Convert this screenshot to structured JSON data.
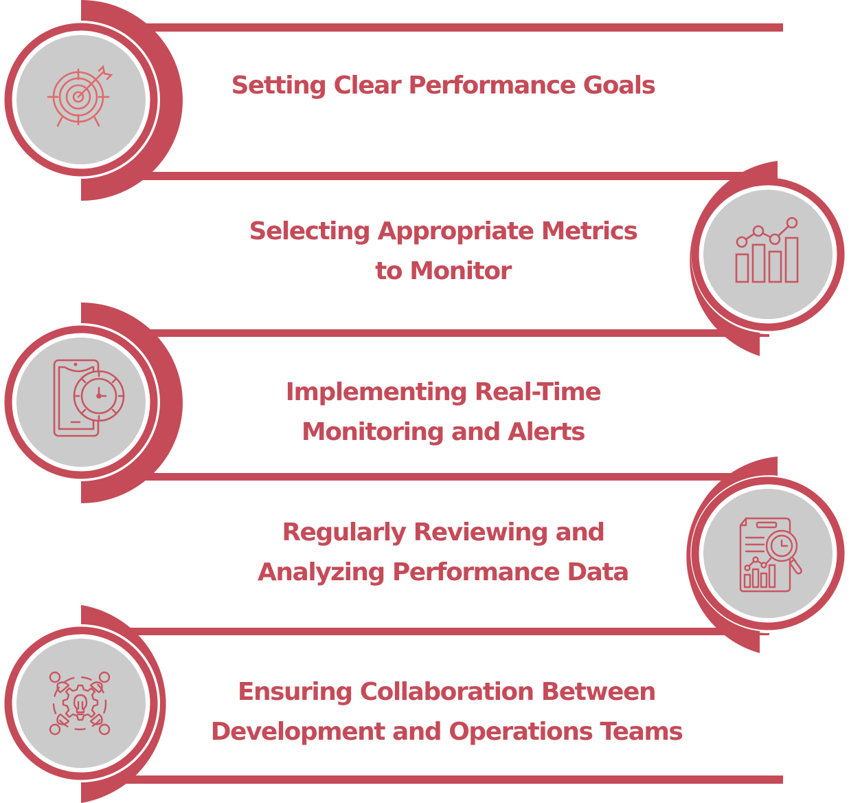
{
  "diagram": {
    "type": "process-steps",
    "colors": {
      "accent": "#c54b58",
      "icon_stroke": "#c95560",
      "circle_fill": "#cbcbcb",
      "background": "#ffffff"
    },
    "steps": [
      {
        "index": 1,
        "side": "left",
        "icon": "target-arrow-icon",
        "lines": [
          "Setting Clear Performance Goals"
        ]
      },
      {
        "index": 2,
        "side": "right",
        "icon": "bar-line-chart-icon",
        "lines": [
          "Selecting Appropriate Metrics",
          "to Monitor"
        ]
      },
      {
        "index": 3,
        "side": "left",
        "icon": "phone-stopwatch-icon",
        "lines": [
          "Implementing Real-Time",
          "Monitoring and Alerts"
        ]
      },
      {
        "index": 4,
        "side": "right",
        "icon": "report-magnifier-icon",
        "lines": [
          "Regularly Reviewing and",
          "Analyzing Performance Data"
        ]
      },
      {
        "index": 5,
        "side": "left",
        "icon": "team-gear-lightbulb-icon",
        "lines": [
          "Ensuring Collaboration Between",
          "Development and Operations Teams"
        ]
      }
    ]
  }
}
